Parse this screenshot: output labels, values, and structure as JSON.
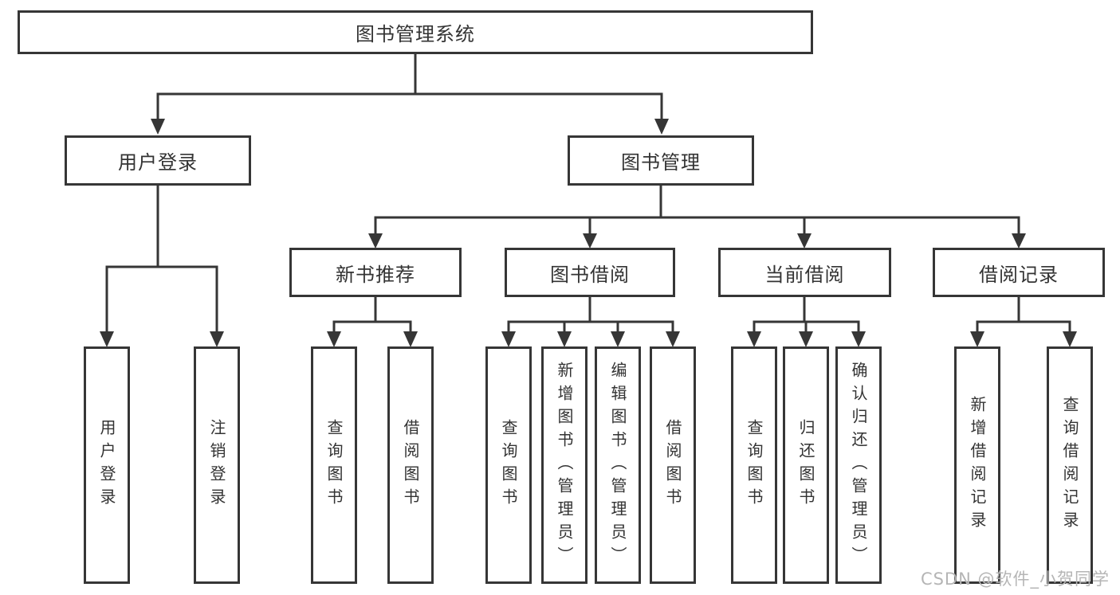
{
  "title": "图书管理系统",
  "watermark": "CSDN @软件_小贺同学",
  "colors": {
    "background": "#ffffff",
    "line": "#363636",
    "box_border": "#363636",
    "text": "#333333",
    "watermark": "#b5b5b5"
  },
  "nodes": {
    "root": {
      "label": "图书管理系统"
    },
    "user_login": {
      "label": "用户登录"
    },
    "book_mgmt": {
      "label": "图书管理"
    },
    "new_books": {
      "label": "新书推荐"
    },
    "book_borrow": {
      "label": "图书借阅"
    },
    "current_borrow": {
      "label": "当前借阅"
    },
    "borrow_records": {
      "label": "借阅记录"
    },
    "ul_login": {
      "label": "用户登录"
    },
    "ul_logout": {
      "label": "注销登录"
    },
    "nb_query": {
      "label": "查询图书"
    },
    "nb_borrow": {
      "label": "借阅图书"
    },
    "bb_query": {
      "label": "查询图书"
    },
    "bb_add": {
      "label": "新增图书（管理员）"
    },
    "bb_edit": {
      "label": "编辑图书（管理员）"
    },
    "bb_borrow": {
      "label": "借阅图书"
    },
    "cb_query": {
      "label": "查询图书"
    },
    "cb_return": {
      "label": "归还图书"
    },
    "cb_confirm": {
      "label": "确认归还（管理员）"
    },
    "br_add": {
      "label": "新增借阅记录"
    },
    "br_query": {
      "label": "查询借阅记录"
    }
  },
  "hierarchy": {
    "图书管理系统": {
      "用户登录": [
        "用户登录",
        "注销登录"
      ],
      "图书管理": {
        "新书推荐": [
          "查询图书",
          "借阅图书"
        ],
        "图书借阅": [
          "查询图书",
          "新增图书（管理员）",
          "编辑图书（管理员）",
          "借阅图书"
        ],
        "当前借阅": [
          "查询图书",
          "归还图书",
          "确认归还（管理员）"
        ],
        "借阅记录": [
          "新增借阅记录",
          "查询借阅记录"
        ]
      }
    }
  }
}
